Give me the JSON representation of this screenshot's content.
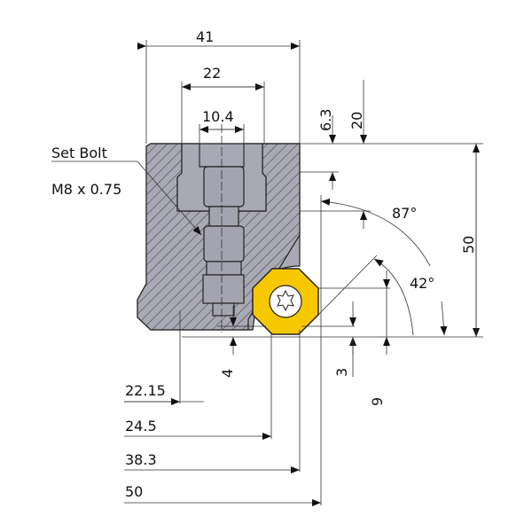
{
  "labels": {
    "width_total": "41",
    "width_22": "22",
    "width_10_4": "10.4",
    "depth_6_3": "6.3",
    "depth_20": "20",
    "set_bolt": "Set Bolt",
    "thread": "M8 x 0.75",
    "angle_87": "87°",
    "angle_42": "42°",
    "height_50": "50",
    "dim_4": "4",
    "dim_3": "3",
    "dim_9": "9",
    "dim_22_15": "22.15",
    "dim_24_5": "24.5",
    "dim_38_3": "38.3",
    "dim_50_bottom": "50"
  },
  "colors": {
    "insert": "#f7c800",
    "body": "#a9a9b5"
  }
}
